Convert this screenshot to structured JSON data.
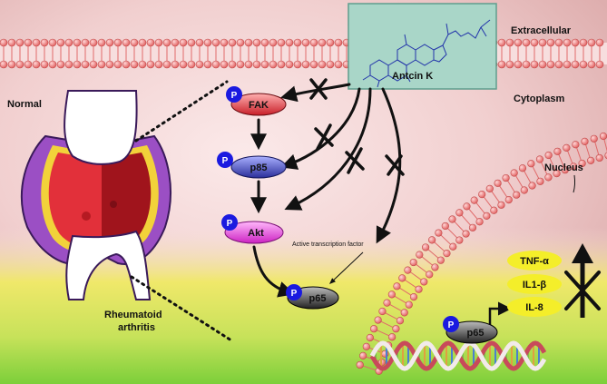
{
  "labels": {
    "extracellular": "Extracellular",
    "cytoplasm": "Cytoplasm",
    "nucleus": "Nucleus",
    "normal": "Normal",
    "ra_line1": "Rheumatoid",
    "ra_line2": "arthritis",
    "drug": "Antcin K",
    "transcription_factor": "Active transcription factor"
  },
  "phospho": "P",
  "proteins": {
    "fak": "FAK",
    "p85": "p85",
    "akt": "Akt",
    "p65": "p65",
    "p65_nuclear": "p65"
  },
  "cytokines": [
    "TNF-α",
    "IL1-β",
    "IL-8"
  ],
  "colors": {
    "fak": "#d9363e",
    "p85": "#3b3fb0",
    "akt": "#e040d8",
    "p65": "#333333",
    "phospho": "#1a1ae0",
    "membrane": "#e87a7a",
    "cytokine": "#f4ee2a",
    "drug_box": "#a9d6c8",
    "bone_purple": "#9b4fc4"
  },
  "icons": {
    "inhibition": "x-mark",
    "arrow": "arrow-head",
    "upregulation": "up-arrow-crossed"
  }
}
